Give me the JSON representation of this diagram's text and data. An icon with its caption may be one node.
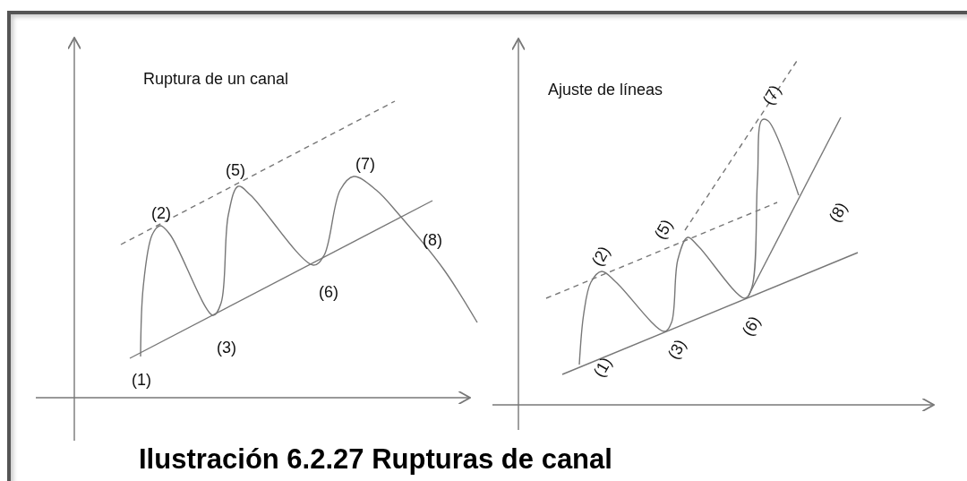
{
  "diagram": {
    "caption": "Ilustración 6.2.27 Rupturas de  canal",
    "labels": [
      "Ruptura de un canal",
      "(5)",
      "(7)",
      "(2)",
      "(8)",
      "(6)",
      "(3)",
      "(1)",
      "Ajuste de líneas",
      "(7)",
      "(5)",
      "(2)",
      "(8)",
      "(6)",
      "(3)",
      "(1)"
    ]
  }
}
